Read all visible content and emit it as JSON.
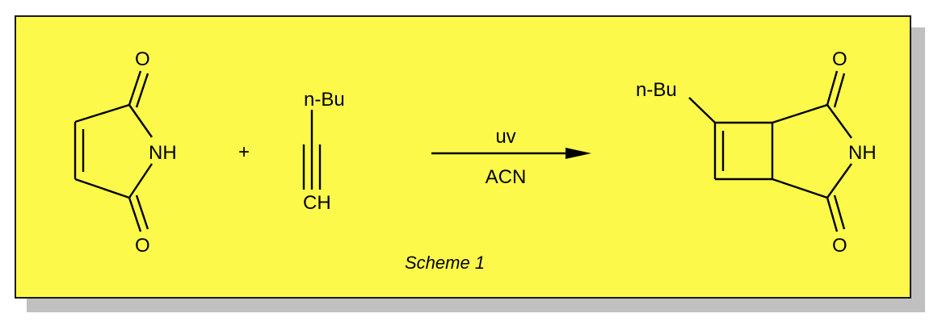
{
  "scheme": {
    "caption": "Scheme 1",
    "colors": {
      "panel_background": "#fdf94b",
      "shadow": "#c0c0c0",
      "ink": "#000000"
    },
    "reactant_1": {
      "name": "maleimide",
      "atoms": {
        "o_top": "O",
        "nh": "NH",
        "o_bottom": "O"
      }
    },
    "plus_sign": "+",
    "reactant_2": {
      "name": "1-hexyne",
      "atoms": {
        "substituent": "n-Bu",
        "terminal": "CH"
      }
    },
    "arrow": {
      "condition_above": "uv",
      "condition_below": "ACN"
    },
    "product": {
      "name": "n-butyl cyclobutene-fused succinimide",
      "atoms": {
        "substituent": "n-Bu",
        "o_top": "O",
        "nh": "NH",
        "o_bottom": "O"
      }
    }
  }
}
